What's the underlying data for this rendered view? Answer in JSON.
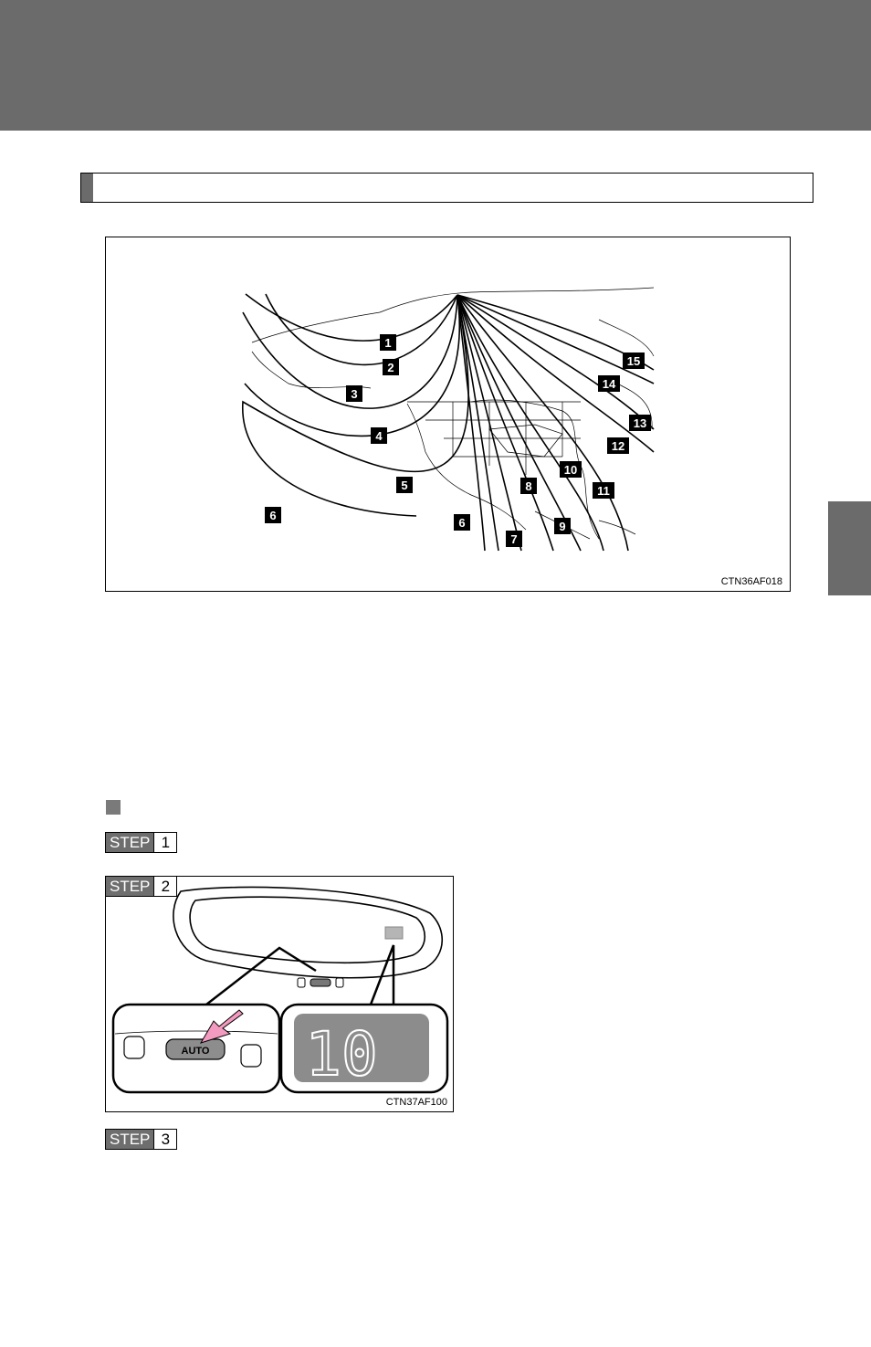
{
  "figures": {
    "map_code": "CTN36AF018",
    "mirror_code": "CTN37AF100"
  },
  "zones": [
    "1",
    "2",
    "3",
    "4",
    "5",
    "6",
    "6",
    "7",
    "8",
    "9",
    "10",
    "11",
    "12",
    "13",
    "14",
    "15"
  ],
  "steps": {
    "step_word": "STEP",
    "step1": "1",
    "step2": "2",
    "step3": "3"
  },
  "mirror": {
    "button_label": "AUTO",
    "display_value": "10"
  },
  "colors": {
    "band": "#6b6b6b",
    "arrow": "#f29ac0",
    "display_bg": "#8c8c8c"
  }
}
